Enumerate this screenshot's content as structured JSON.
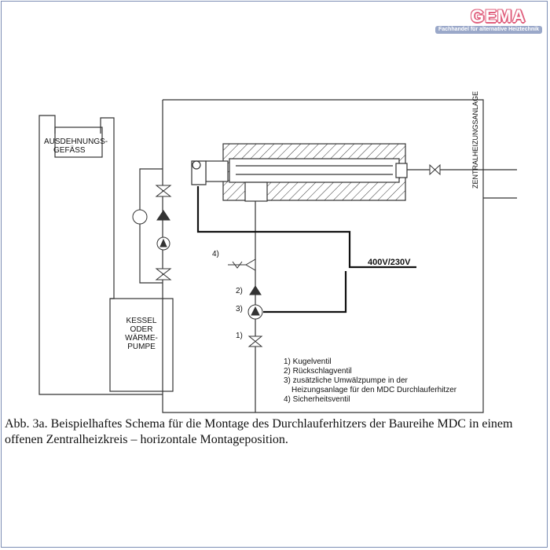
{
  "logo": {
    "name": "GEMA",
    "tagline": "Fachhandel für alternative Heiztechnik"
  },
  "labels": {
    "expansion_tank": [
      "AUSDEHNUNGS-",
      "GEFÄSS"
    ],
    "boiler": [
      "KESSEL",
      "ODER",
      "WÄRME-",
      "PUMPE"
    ],
    "heating_system": "ZENTRALHEIZUNGSANLAGE",
    "power": "400V/230V",
    "mark_4": "4)",
    "mark_2": "2)",
    "mark_3": "3)",
    "mark_1": "1)"
  },
  "legend": [
    "1) Kugelventil",
    "2) Rückschlagventil",
    "3) zusätzliche Umwälzpumpe in der",
    "Heizungsanlage für den MDC Durchlauferhitzer",
    "4) Sicherheitsventil"
  ],
  "caption": "Abb. 3a. Beispielhaftes Schema für die Montage des Durchlauferhitzers der Baureihe MDC in einem offenen Zentralheizkreis – horizontale Montageposition.",
  "colors": {
    "line": "#333333",
    "logo_accent": "#e0607e",
    "logo_bar": "#9aa8c9"
  }
}
